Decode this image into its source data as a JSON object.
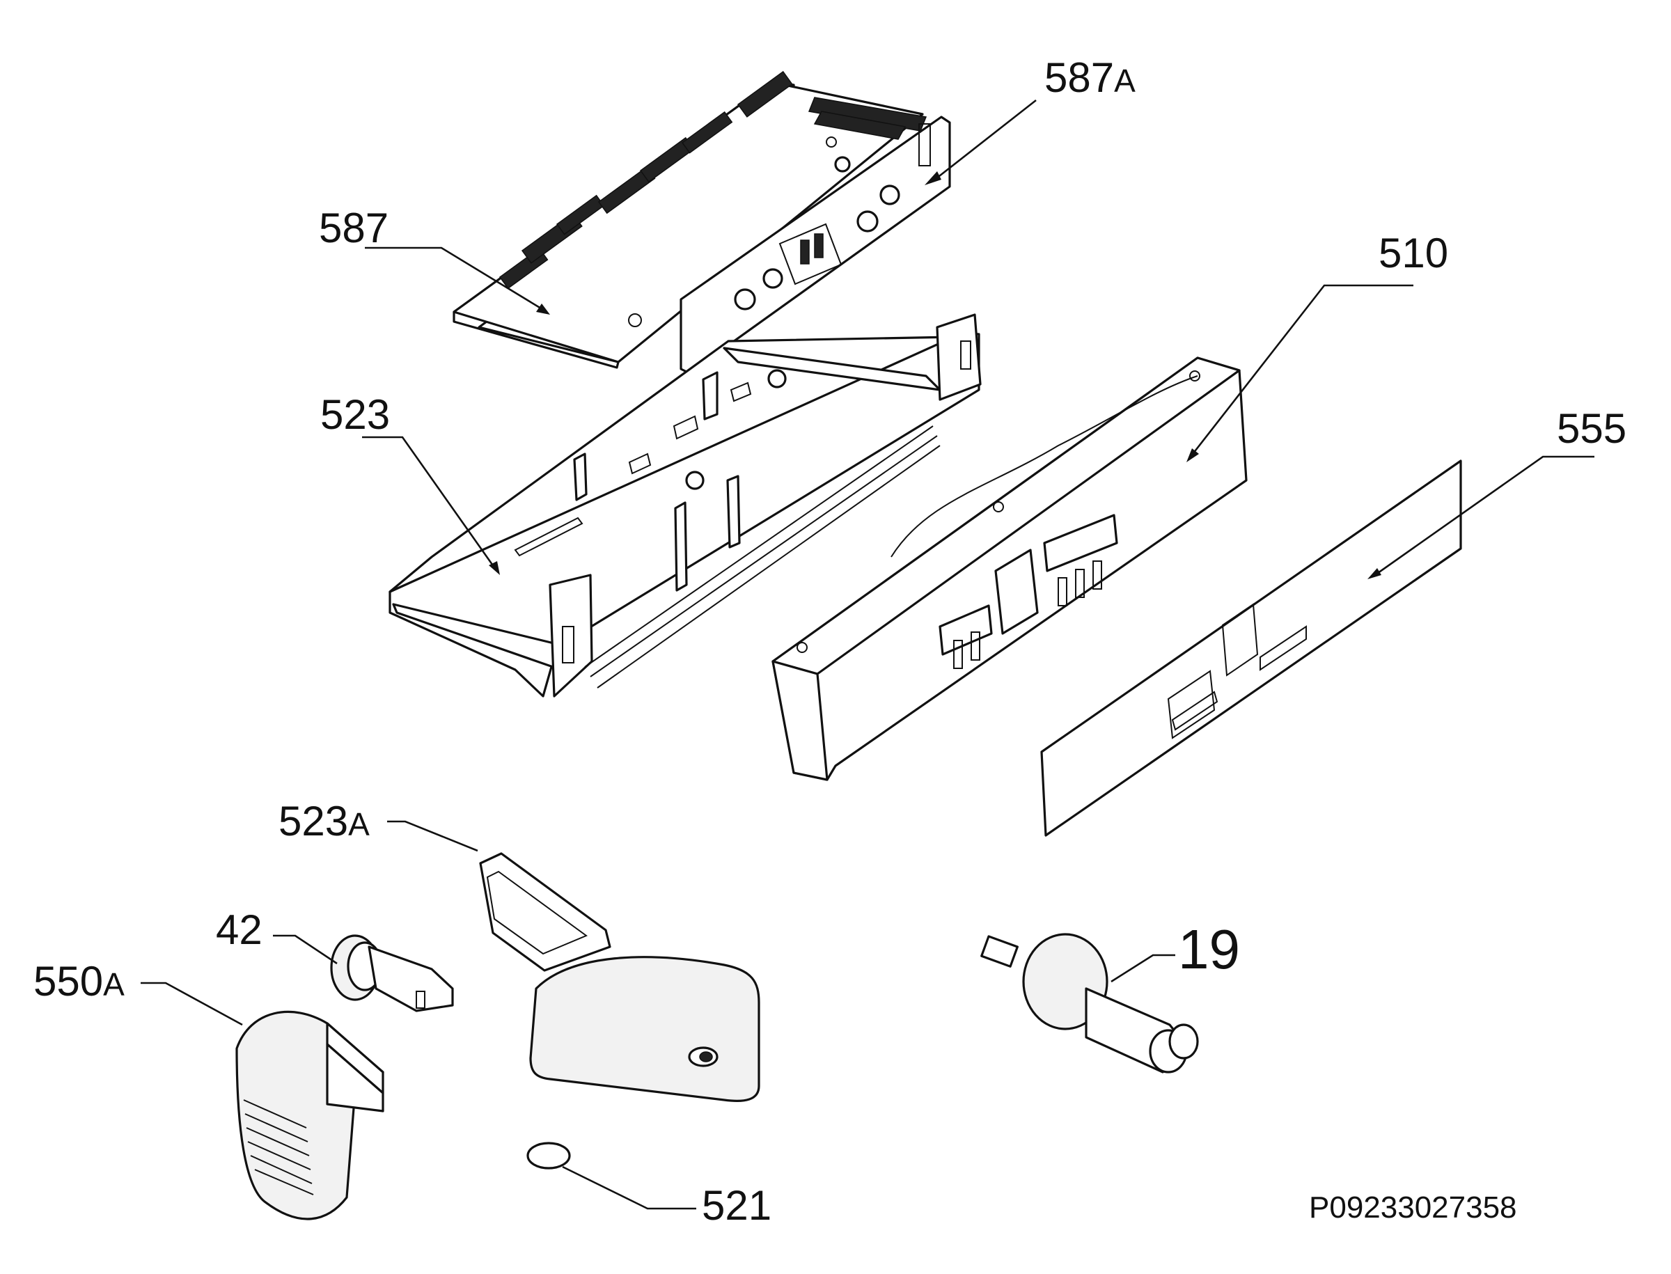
{
  "diagram": {
    "background": "#ffffff",
    "line_color": "#111111",
    "drawing_code": "P09233027358",
    "callouts": [
      {
        "id": "587A",
        "number": "587",
        "suffix": "A"
      },
      {
        "id": "587",
        "number": "587",
        "suffix": ""
      },
      {
        "id": "510",
        "number": "510",
        "suffix": ""
      },
      {
        "id": "523",
        "number": "523",
        "suffix": ""
      },
      {
        "id": "555",
        "number": "555",
        "suffix": ""
      },
      {
        "id": "523A",
        "number": "523",
        "suffix": "A"
      },
      {
        "id": "42",
        "number": "42",
        "suffix": ""
      },
      {
        "id": "550A",
        "number": "550",
        "suffix": "A"
      },
      {
        "id": "19",
        "number": "19",
        "suffix": ""
      },
      {
        "id": "521",
        "number": "521",
        "suffix": ""
      }
    ]
  }
}
